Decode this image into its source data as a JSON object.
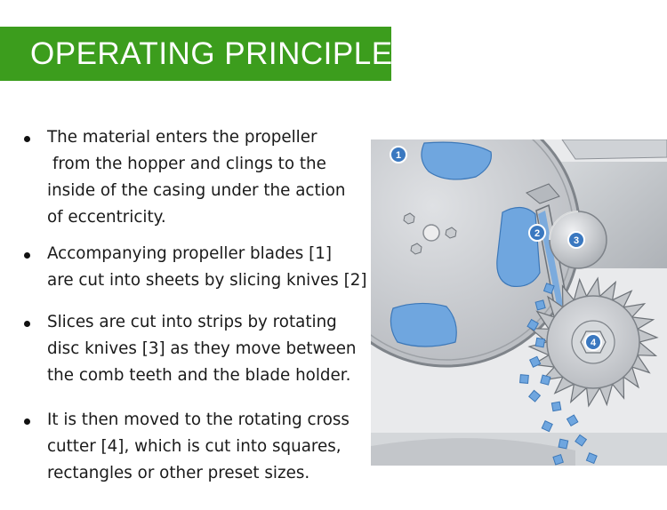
{
  "header": {
    "title": "OPERATING PRINCIPLE"
  },
  "bullets": [
    {
      "lines": [
        "The material enters the propeller",
        "from the hopper and clings to the",
        "inside of the casing under the action",
        "of eccentricity."
      ]
    },
    {
      "lines": [
        "Accompanying propeller blades [1]",
        "are cut into sheets by slicing knives [2]"
      ]
    },
    {
      "lines": [
        "Slices are cut into strips by rotating",
        "disc knives [3] as they move between",
        "the comb teeth and the blade holder."
      ]
    },
    {
      "lines": [
        "It is then moved to the rotating cross",
        "cutter [4], which is cut into squares,",
        "rectangles or other preset sizes."
      ]
    }
  ],
  "diagram": {
    "labels": {
      "impeller": "1",
      "slicing_knife": "2",
      "disc_knife": "3",
      "cross_cutter": "4"
    }
  },
  "colors": {
    "banner": "#3c9d1d",
    "banner_text": "#ffffff",
    "callout": "#3a78c0",
    "product": "#6fa6df",
    "metal": "#c4c7cb"
  }
}
